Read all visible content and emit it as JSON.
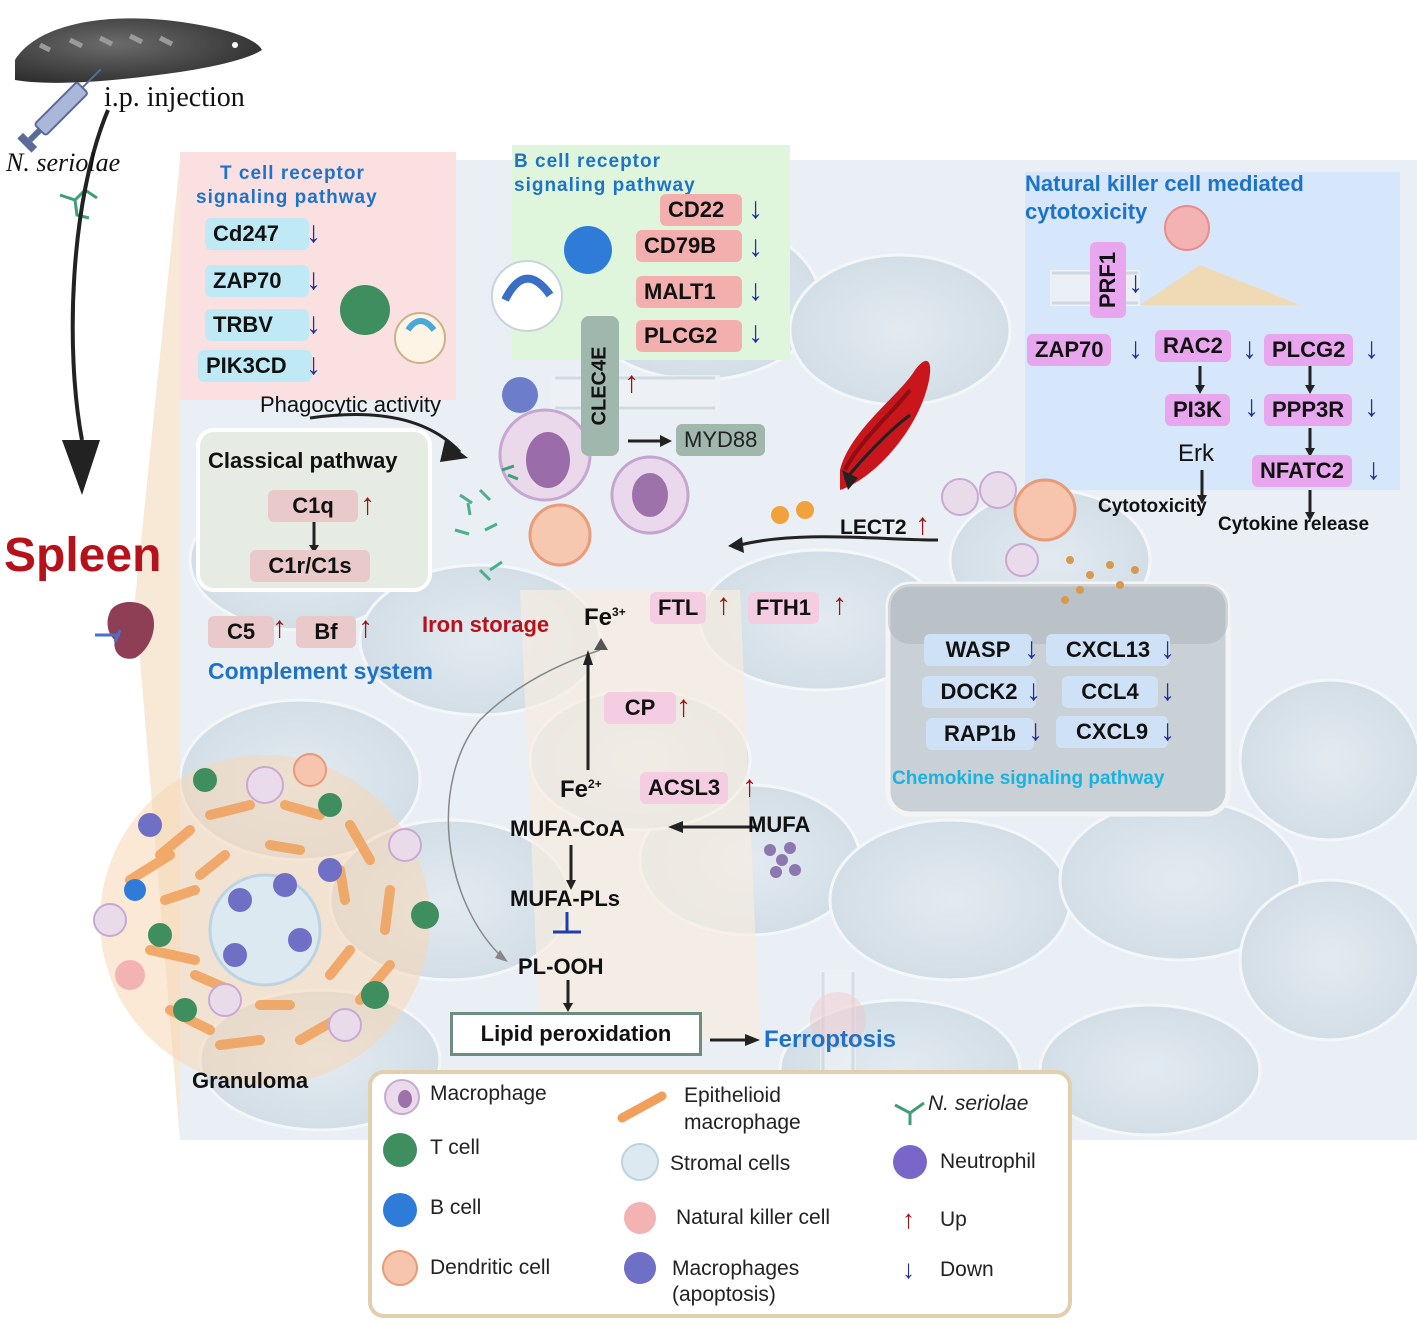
{
  "header": {
    "injection": "i.p. injection",
    "pathogen": "N. seriolae",
    "organ": "Spleen"
  },
  "tcell": {
    "title_line1": "T cell receptor",
    "title_line2": "signaling pathway",
    "genes": [
      "Cd247",
      "ZAP70",
      "TRBV",
      "PIK3CD"
    ]
  },
  "bcell": {
    "title_line1": "B cell receptor",
    "title_line2": "signaling pathway",
    "genes": [
      "CD22",
      "CD79B",
      "MALT1",
      "PLCG2"
    ]
  },
  "phagocytosis": {
    "label": "Phagocytic activity",
    "clec4e": "CLEC4E",
    "myd88": "MYD88",
    "lect2": "LECT2"
  },
  "complement": {
    "classical_title": "Classical pathway",
    "c1q": "C1q",
    "c1r": "C1r/C1s",
    "c5": "C5",
    "bf": "Bf",
    "system_label": "Complement system"
  },
  "nk": {
    "title_line1": "Natural killer cell mediated",
    "title_line2": "cytotoxicity",
    "prf1": "PRF1",
    "zap70": "ZAP70",
    "rac2": "RAC2",
    "plcg2": "PLCG2",
    "pi3k": "PI3K",
    "ppp3r": "PPP3R",
    "erk": "Erk",
    "nfatc2": "NFATC2",
    "cytotoxicity": "Cytotoxicity",
    "cytokine_release": "Cytokine release"
  },
  "iron": {
    "storage_label": "Iron storage",
    "fe3": "Fe",
    "fe3_sup": "3+",
    "ftl": "FTL",
    "fth1": "FTH1",
    "cp": "CP",
    "fe2": "Fe",
    "fe2_sup": "2+",
    "acsl3": "ACSL3",
    "mufa": "MUFA",
    "mufa_coa": "MUFA-CoA",
    "mufa_pls": "MUFA-PLs",
    "pl_ooh": "PL-OOH",
    "lipid_perox": "Lipid peroxidation",
    "ferroptosis": "Ferroptosis"
  },
  "chemokine": {
    "left": [
      "WASP",
      "DOCK2",
      "RAP1b"
    ],
    "right": [
      "CXCL13",
      "CCL4",
      "CXCL9"
    ],
    "title": "Chemokine signaling pathway"
  },
  "granuloma": {
    "label": "Granuloma"
  },
  "legend": {
    "macrophage": "Macrophage",
    "epithelioid_1": "Epithelioid",
    "epithelioid_2": "macrophage",
    "nseriolae": "N. seriolae",
    "tcell": "T cell",
    "stromal": "Stromal cells",
    "neutrophil": "Neutrophil",
    "bcell": "B cell",
    "nk": "Natural killer cell",
    "up": "Up",
    "dendritic": "Dendritic cell",
    "mac_apop_1": "Macrophages",
    "mac_apop_2": "(apoptosis)",
    "down": "Down"
  },
  "arrows": {
    "up": "↑",
    "down": "↓"
  },
  "colors": {
    "spleen_red": "#b5121b",
    "blue_title": "#1e73c8",
    "up_arrow": "#9b1414",
    "down_arrow": "#1f2ea3",
    "chemokine_title": "#19b3e0"
  }
}
